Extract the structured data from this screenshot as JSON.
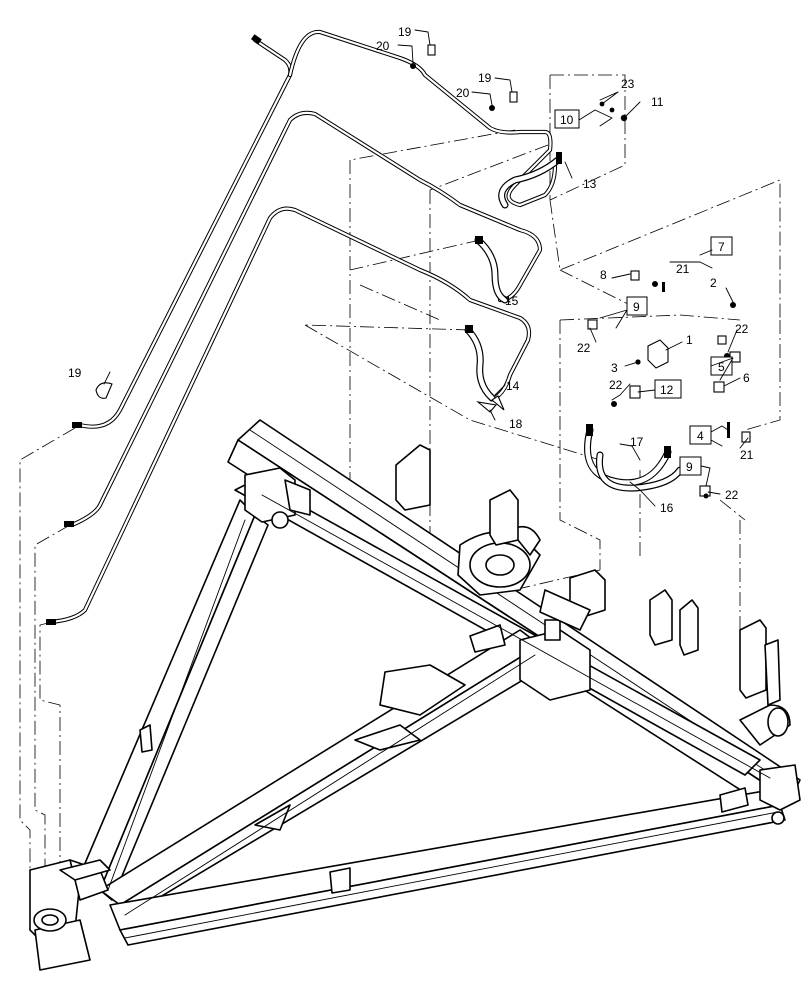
{
  "callouts": [
    {
      "id": "c19a",
      "text": "19"
    },
    {
      "id": "c20a",
      "text": "20"
    },
    {
      "id": "c19b",
      "text": "19"
    },
    {
      "id": "c20b",
      "text": "20"
    },
    {
      "id": "c23",
      "text": "23"
    },
    {
      "id": "c10",
      "text": "10"
    },
    {
      "id": "c11",
      "text": "11"
    },
    {
      "id": "c13",
      "text": "13"
    },
    {
      "id": "c7",
      "text": "7"
    },
    {
      "id": "c21a",
      "text": "21"
    },
    {
      "id": "c8",
      "text": "8"
    },
    {
      "id": "c2",
      "text": "2"
    },
    {
      "id": "c15",
      "text": "15"
    },
    {
      "id": "c9a",
      "text": "9"
    },
    {
      "id": "c22a",
      "text": "22"
    },
    {
      "id": "c22b",
      "text": "22"
    },
    {
      "id": "c1",
      "text": "1"
    },
    {
      "id": "c3",
      "text": "3"
    },
    {
      "id": "c5",
      "text": "5"
    },
    {
      "id": "c6",
      "text": "6"
    },
    {
      "id": "c14",
      "text": "14"
    },
    {
      "id": "c22c",
      "text": "22"
    },
    {
      "id": "c12",
      "text": "12"
    },
    {
      "id": "c19c",
      "text": "19"
    },
    {
      "id": "c18",
      "text": "18"
    },
    {
      "id": "c4",
      "text": "4"
    },
    {
      "id": "c17",
      "text": "17"
    },
    {
      "id": "c21b",
      "text": "21"
    },
    {
      "id": "c9b",
      "text": "9"
    },
    {
      "id": "c22d",
      "text": "22"
    },
    {
      "id": "c16",
      "text": "16"
    }
  ]
}
